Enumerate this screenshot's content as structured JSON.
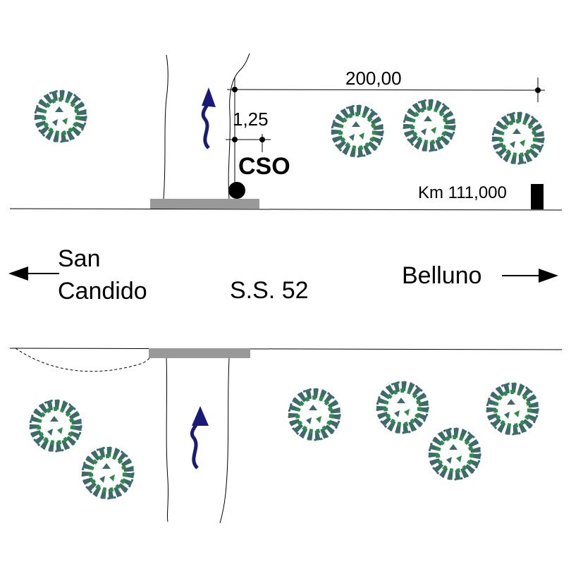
{
  "labels": {
    "dimension_long": "200,00",
    "dimension_short": "1,25",
    "station": "CSO",
    "kilometer": "Km 111,000",
    "road": "S.S. 52",
    "direction_left_line1": "San",
    "direction_left_line2": "Candido",
    "direction_right": "Belluno"
  },
  "colors": {
    "line": "#000000",
    "bridge": "#999999",
    "flow_arrow": "#1a1a7a",
    "tree_dark": "#3d6b6b",
    "tree_light": "#2e8b4a"
  },
  "icons": {
    "tree": "tree-canopy-icon",
    "flow": "flow-direction-icon",
    "station_marker": "station-dot-icon",
    "km_marker": "kilometer-post-icon"
  }
}
